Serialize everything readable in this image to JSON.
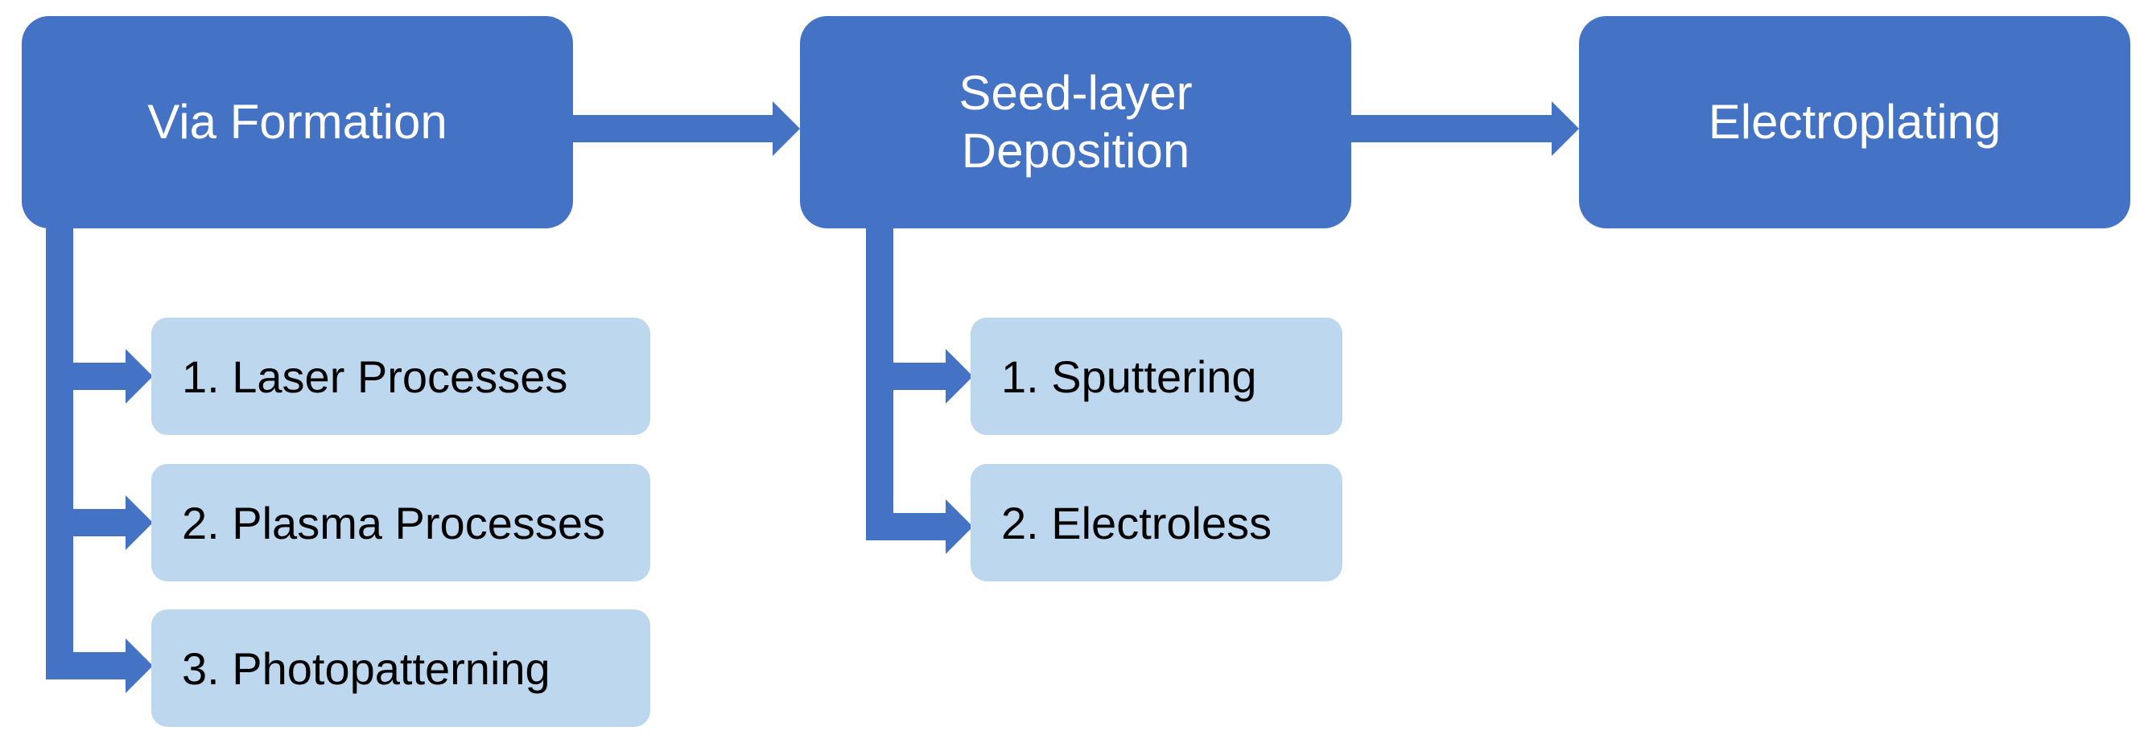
{
  "colors": {
    "primary": "#4472C4",
    "secondary": "#BDD7EE",
    "primary_text": "#FFFFFF",
    "secondary_text": "#000000"
  },
  "stages": [
    {
      "label": "Via Formation",
      "steps": [
        "1. Laser Processes",
        "2. Plasma Processes",
        "3. Photopatterning"
      ]
    },
    {
      "label": "Seed-layer\nDeposition",
      "steps": [
        "1. Sputtering",
        "2. Electroless"
      ]
    },
    {
      "label": "Electroplating",
      "steps": []
    }
  ]
}
